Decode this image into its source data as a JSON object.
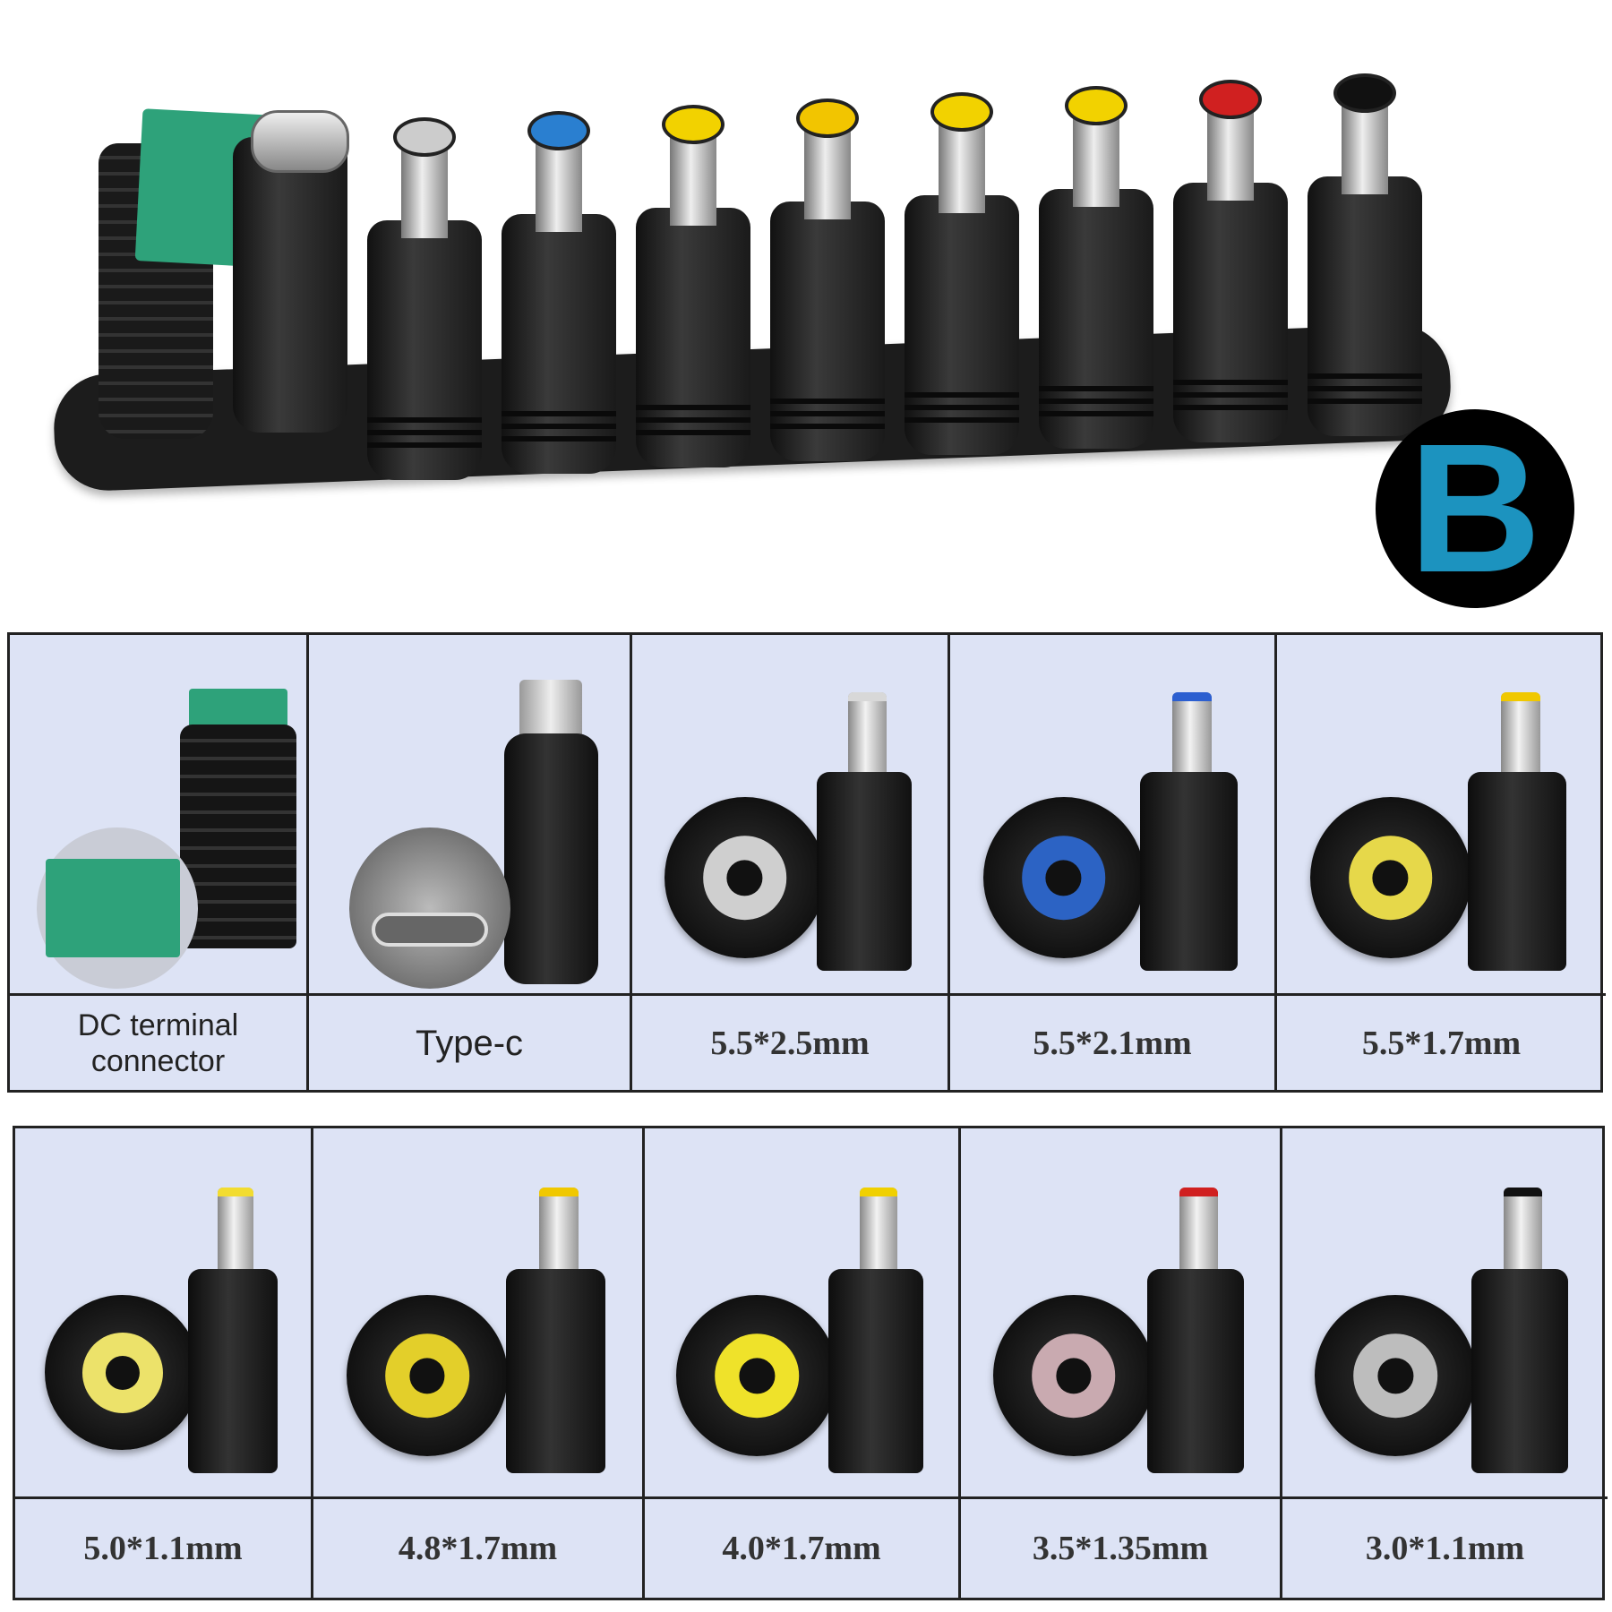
{
  "badge": {
    "letter": "B",
    "color": "#1c93bf"
  },
  "hero": {
    "tips": [
      "#2fa57a",
      "#bfbfbf",
      "#cccccc",
      "#2a7fd0",
      "#f2d200",
      "#f2c500",
      "#f2d200",
      "#f2d200",
      "#d02020",
      "#111111"
    ]
  },
  "table_top": {
    "cells": [
      {
        "label_line1": "DC terminal",
        "label_line2": "connector",
        "type": "terminal"
      },
      {
        "label": "Type-c",
        "type": "typec"
      },
      {
        "label": "5.5*2.5mm",
        "ring": "#cfcfcf",
        "cap": "#d8d8d8"
      },
      {
        "label": "5.5*2.1mm",
        "ring": "#2c63c4",
        "cap": "#2c5fd0"
      },
      {
        "label": "5.5*1.7mm",
        "ring": "#e6d84a",
        "cap": "#f0c800"
      }
    ]
  },
  "table_bottom": {
    "cells": [
      {
        "label": "5.0*1.1mm",
        "ring": "#ece26a",
        "cap": "#f2dc30"
      },
      {
        "label": "4.8*1.7mm",
        "ring": "#e3cf2a",
        "cap": "#f0c800"
      },
      {
        "label": "4.0*1.7mm",
        "ring": "#efe22a",
        "cap": "#f0d000"
      },
      {
        "label": "3.5*1.35mm",
        "ring": "#c9aab0",
        "cap": "#d02020"
      },
      {
        "label": "3.0*1.1mm",
        "ring": "#bdbdbd",
        "cap": "#111111"
      }
    ]
  }
}
